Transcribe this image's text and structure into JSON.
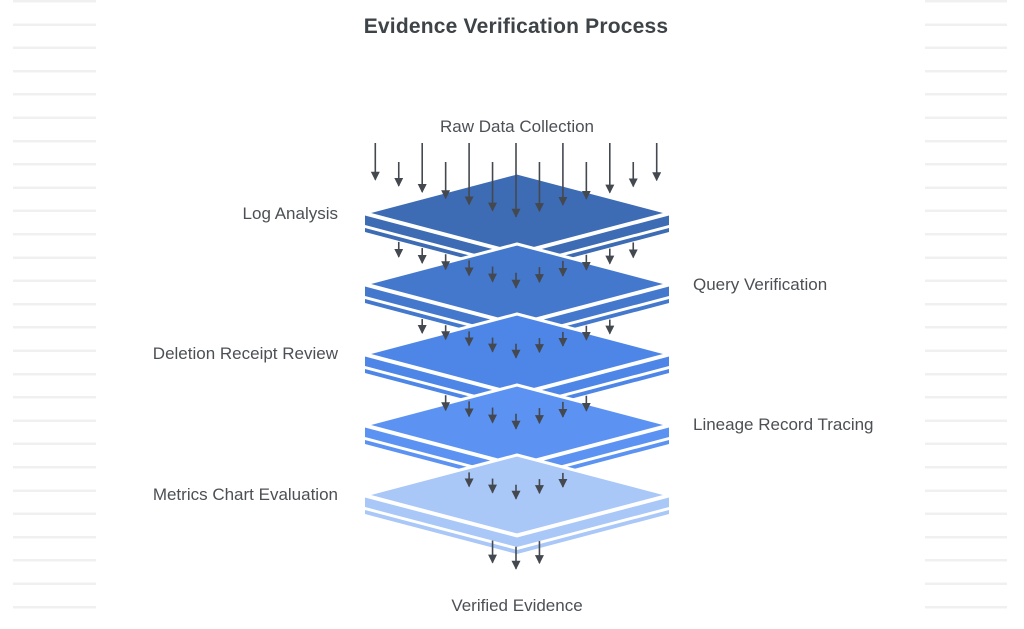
{
  "title": "Evidence Verification Process",
  "flow": {
    "input_label": "Raw Data Collection",
    "output_label": "Verified Evidence"
  },
  "layers": [
    {
      "label": "Log Analysis",
      "side": "left",
      "color": "#3d6cb4"
    },
    {
      "label": "Query Verification",
      "side": "right",
      "color": "#4478cd"
    },
    {
      "label": "Deletion Receipt Review",
      "side": "left",
      "color": "#4e86e8"
    },
    {
      "label": "Lineage Record Tracing",
      "side": "right",
      "color": "#5c93f2"
    },
    {
      "label": "Metrics Chart Evaluation",
      "side": "left",
      "color": "#a9c7f7"
    }
  ],
  "arrows_per_gap": [
    13,
    11,
    9,
    7,
    5,
    3
  ],
  "colors": {
    "arrow": "#44484f",
    "title_text": "#3e4347",
    "label_text": "#4c5055",
    "layer_separator": "#ffffff",
    "background_stripe": "#f0f0f0"
  }
}
